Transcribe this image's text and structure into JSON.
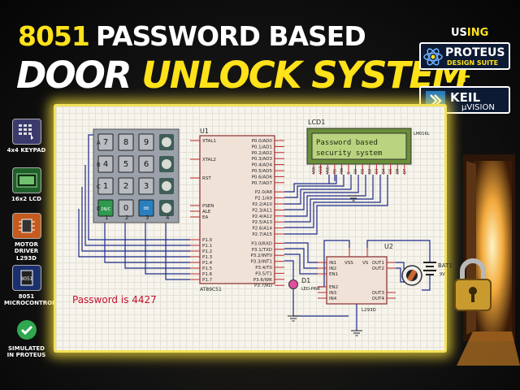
{
  "title": {
    "line1_number": "8051",
    "line1_rest": "PASSWORD BASED",
    "line2_a": "DOOR ",
    "line2_b": "UNLOCK SYSTEM"
  },
  "brand": {
    "using_prefix": "US",
    "using_suffix": "ING",
    "proteus_name": "PROTEUS",
    "proteus_sub": "DESIGN SUITE",
    "plus": "+",
    "keil_name": "KEIL",
    "keil_sub": "µVISION"
  },
  "sidebar": {
    "items": [
      {
        "label": "4x4 KEYPAD",
        "icon": "keypad-icon"
      },
      {
        "label": "16x2 LCD",
        "icon": "lcd-icon"
      },
      {
        "label": "MOTOR DRIVER L293D",
        "icon": "motor-driver-icon"
      },
      {
        "label": "8051 MICROCONTROLLER",
        "icon": "microcontroller-icon",
        "chip_text": "8051"
      },
      {
        "label": "SIMULATED IN PROTEUS",
        "icon": "check-icon"
      }
    ]
  },
  "schematic": {
    "keypad": {
      "row_labels": [
        "A",
        "B",
        "C",
        "D"
      ],
      "col_labels": [
        "1",
        "2",
        "3",
        "4"
      ],
      "keys": [
        "7",
        "8",
        "9",
        "",
        "4",
        "5",
        "6",
        "",
        "1",
        "2",
        "3",
        "",
        "ON/C",
        "0",
        "=",
        ""
      ]
    },
    "mcu": {
      "ref": "U1",
      "part": "AT89C51",
      "left_pins": [
        "XTAL1",
        "XTAL2",
        "RST",
        "PSEN",
        "ALE",
        "EA",
        "P1.0",
        "P1.1",
        "P1.2",
        "P1.3",
        "P1.4",
        "P1.5",
        "P1.6",
        "P1.7"
      ],
      "right_pins": [
        "P0.0/AD0",
        "P0.1/AD1",
        "P0.2/AD2",
        "P0.3/AD3",
        "P0.4/AD4",
        "P0.5/AD5",
        "P0.6/AD6",
        "P0.7/AD7",
        "P2.0/A8",
        "P2.1/A9",
        "P2.2/A10",
        "P2.3/A11",
        "P2.4/A12",
        "P2.5/A13",
        "P2.6/A14",
        "P2.7/A15",
        "P3.0/RXD",
        "P3.1/TXD",
        "P3.2/INT0",
        "P3.3/INT1",
        "P3.4/T0",
        "P3.5/T1",
        "P3.6/WR",
        "P3.7/RD"
      ]
    },
    "lcd": {
      "ref": "LCD1",
      "part": "LM016L",
      "line1": "Password based",
      "line2": "security system",
      "pins": [
        "VSS",
        "VDD",
        "VEE",
        "RS",
        "RW",
        "E",
        "D0",
        "D1",
        "D2",
        "D3",
        "D4",
        "D5",
        "D6",
        "D7"
      ]
    },
    "driver": {
      "ref": "U2",
      "part": "L293D",
      "left_pins": [
        "IN1",
        "IN2",
        "EN1",
        "EN2",
        "IN3",
        "IN4"
      ],
      "right_pins": [
        "OUT1",
        "OUT2",
        "OUT3",
        "OUT4"
      ],
      "top_pins": [
        "VSS",
        "VS"
      ]
    },
    "led": {
      "ref": "D1",
      "part": "LED-PINK"
    },
    "battery": {
      "ref": "BAT1",
      "value": "9V"
    },
    "password_note": "Password is 4427"
  },
  "colors": {
    "accent": "#ffe21a",
    "wire": "#1e2a8c",
    "pin_red": "#c0262a",
    "lcd_bg": "#b9d37f",
    "glow": "#f2e25a"
  }
}
